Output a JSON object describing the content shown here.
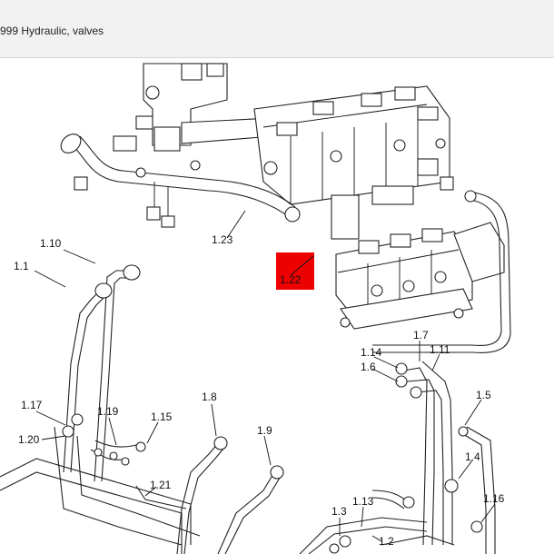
{
  "window": {
    "title": "999 Hydraulic, valves"
  },
  "colors": {
    "highlight": "#ee0000",
    "line": "#222222",
    "background": "#ffffff",
    "titlebar": "#f2f2f2"
  },
  "callouts": {
    "c1_1": "1.1",
    "c1_2": "1.2",
    "c1_3": "1.3",
    "c1_4": "1.4",
    "c1_5": "1.5",
    "c1_6": "1.6",
    "c1_7": "1.7",
    "c1_8": "1.8",
    "c1_9": "1.9",
    "c1_10": "1.10",
    "c1_11": "1.11",
    "c1_13": "1.13",
    "c1_14": "1.14",
    "c1_15": "1.15",
    "c1_16": "1.16",
    "c1_17": "1.17",
    "c1_19": "1.19",
    "c1_20": "1.20",
    "c1_21": "1.21",
    "c1_22": "1.22",
    "c1_23": "1.23"
  }
}
